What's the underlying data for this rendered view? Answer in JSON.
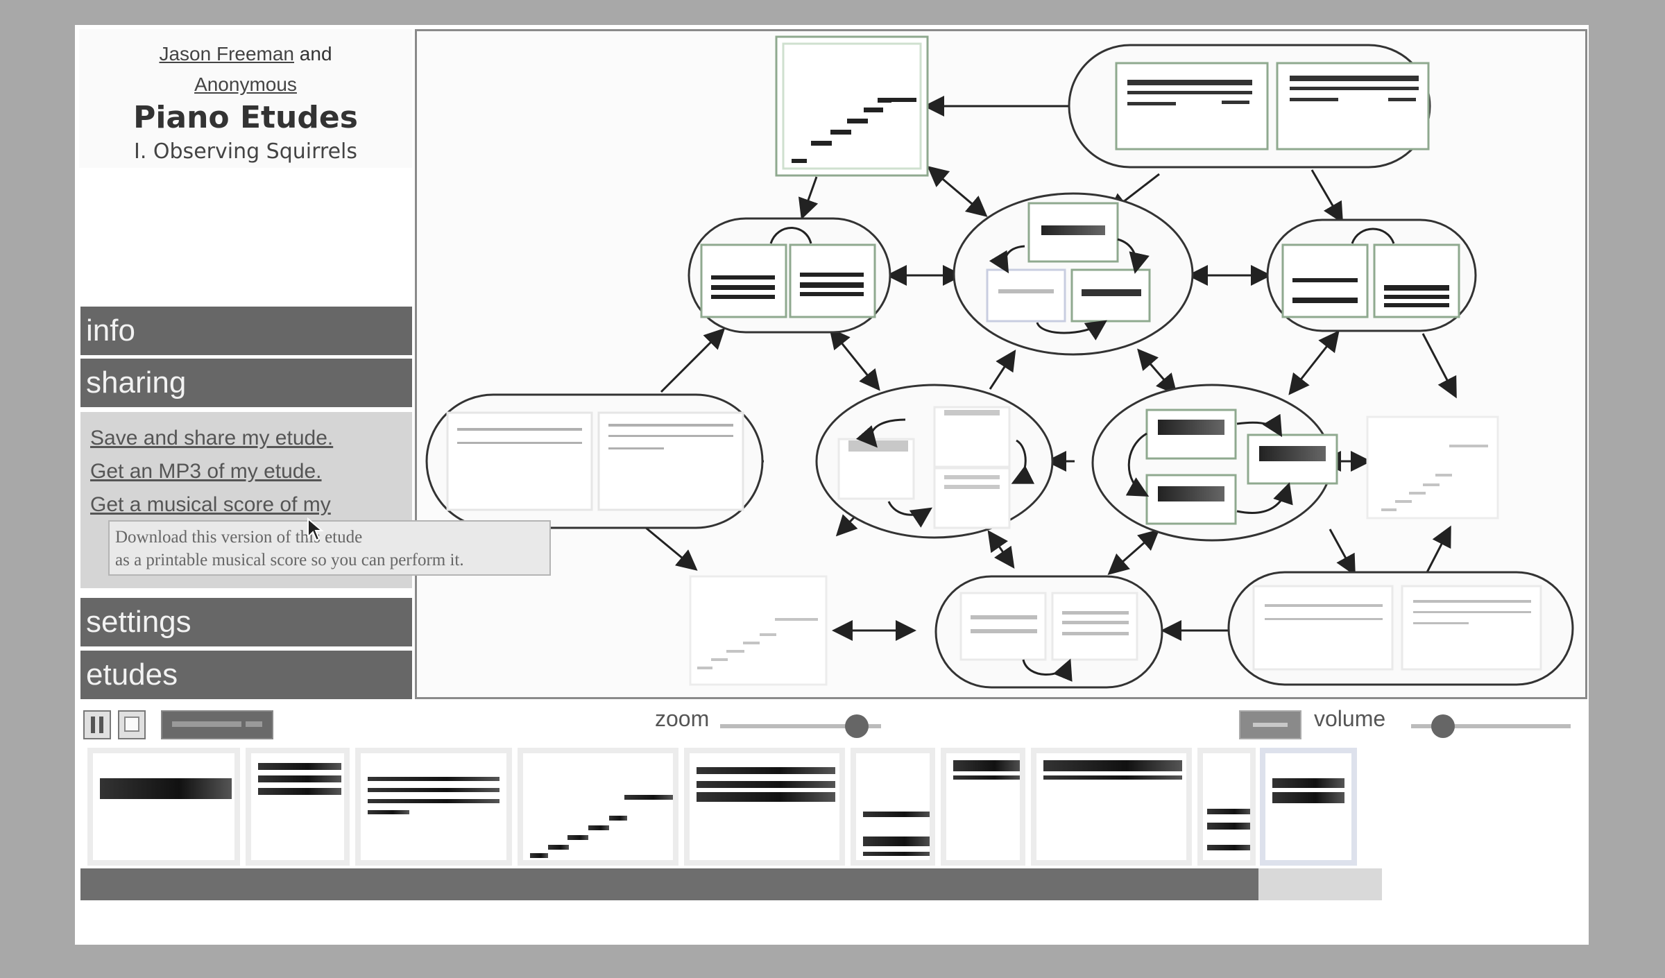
{
  "header": {
    "author1": "Jason Freeman",
    "and_word": "and",
    "author2": "Anonymous",
    "title": "Piano Etudes",
    "subtitle": "I. Observing Squirrels"
  },
  "sidebar": {
    "info_label": "info",
    "sharing_label": "sharing",
    "share_links": [
      "Save and share my etude.",
      "Get an MP3 of my etude.",
      "Get a musical score of my"
    ],
    "settings_label": "settings",
    "etudes_label": "etudes"
  },
  "tooltip": {
    "line1": "Download this version of this etude",
    "line2": "as a printable musical score so you can perform it."
  },
  "controls": {
    "zoom_label": "zoom",
    "zoom_level": 0.85,
    "volume_label": "volume",
    "volume_level": 0.2
  },
  "playback": {
    "progress": 0.905
  },
  "colors": {
    "panel_header": "#676767",
    "panel_body": "#d5d5d5",
    "fragment_border": "#9fc49f",
    "background": "#a8a8a8"
  }
}
